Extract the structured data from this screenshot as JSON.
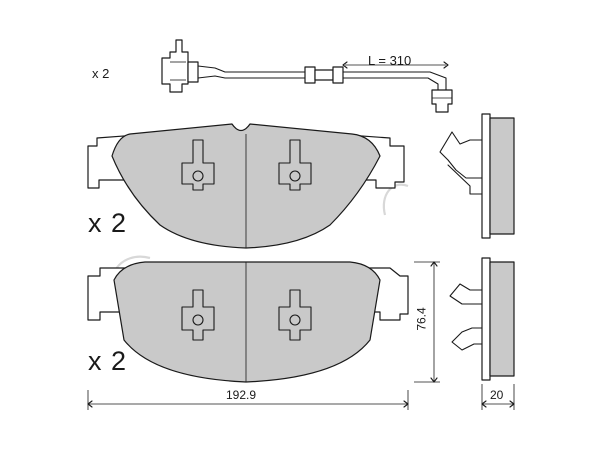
{
  "sensor": {
    "quantity": "x 2",
    "length_label": "L = 310"
  },
  "pads": {
    "top_quantity": "x 2",
    "bottom_quantity": "x 2"
  },
  "dimensions": {
    "width": "192.9",
    "height": "76.4",
    "thickness": "20"
  },
  "colors": {
    "friction_material": "#c9c9c9",
    "outline": "#1a1a1a",
    "backing_plate": "#ffffff",
    "watermark": "#d8d8d8"
  }
}
